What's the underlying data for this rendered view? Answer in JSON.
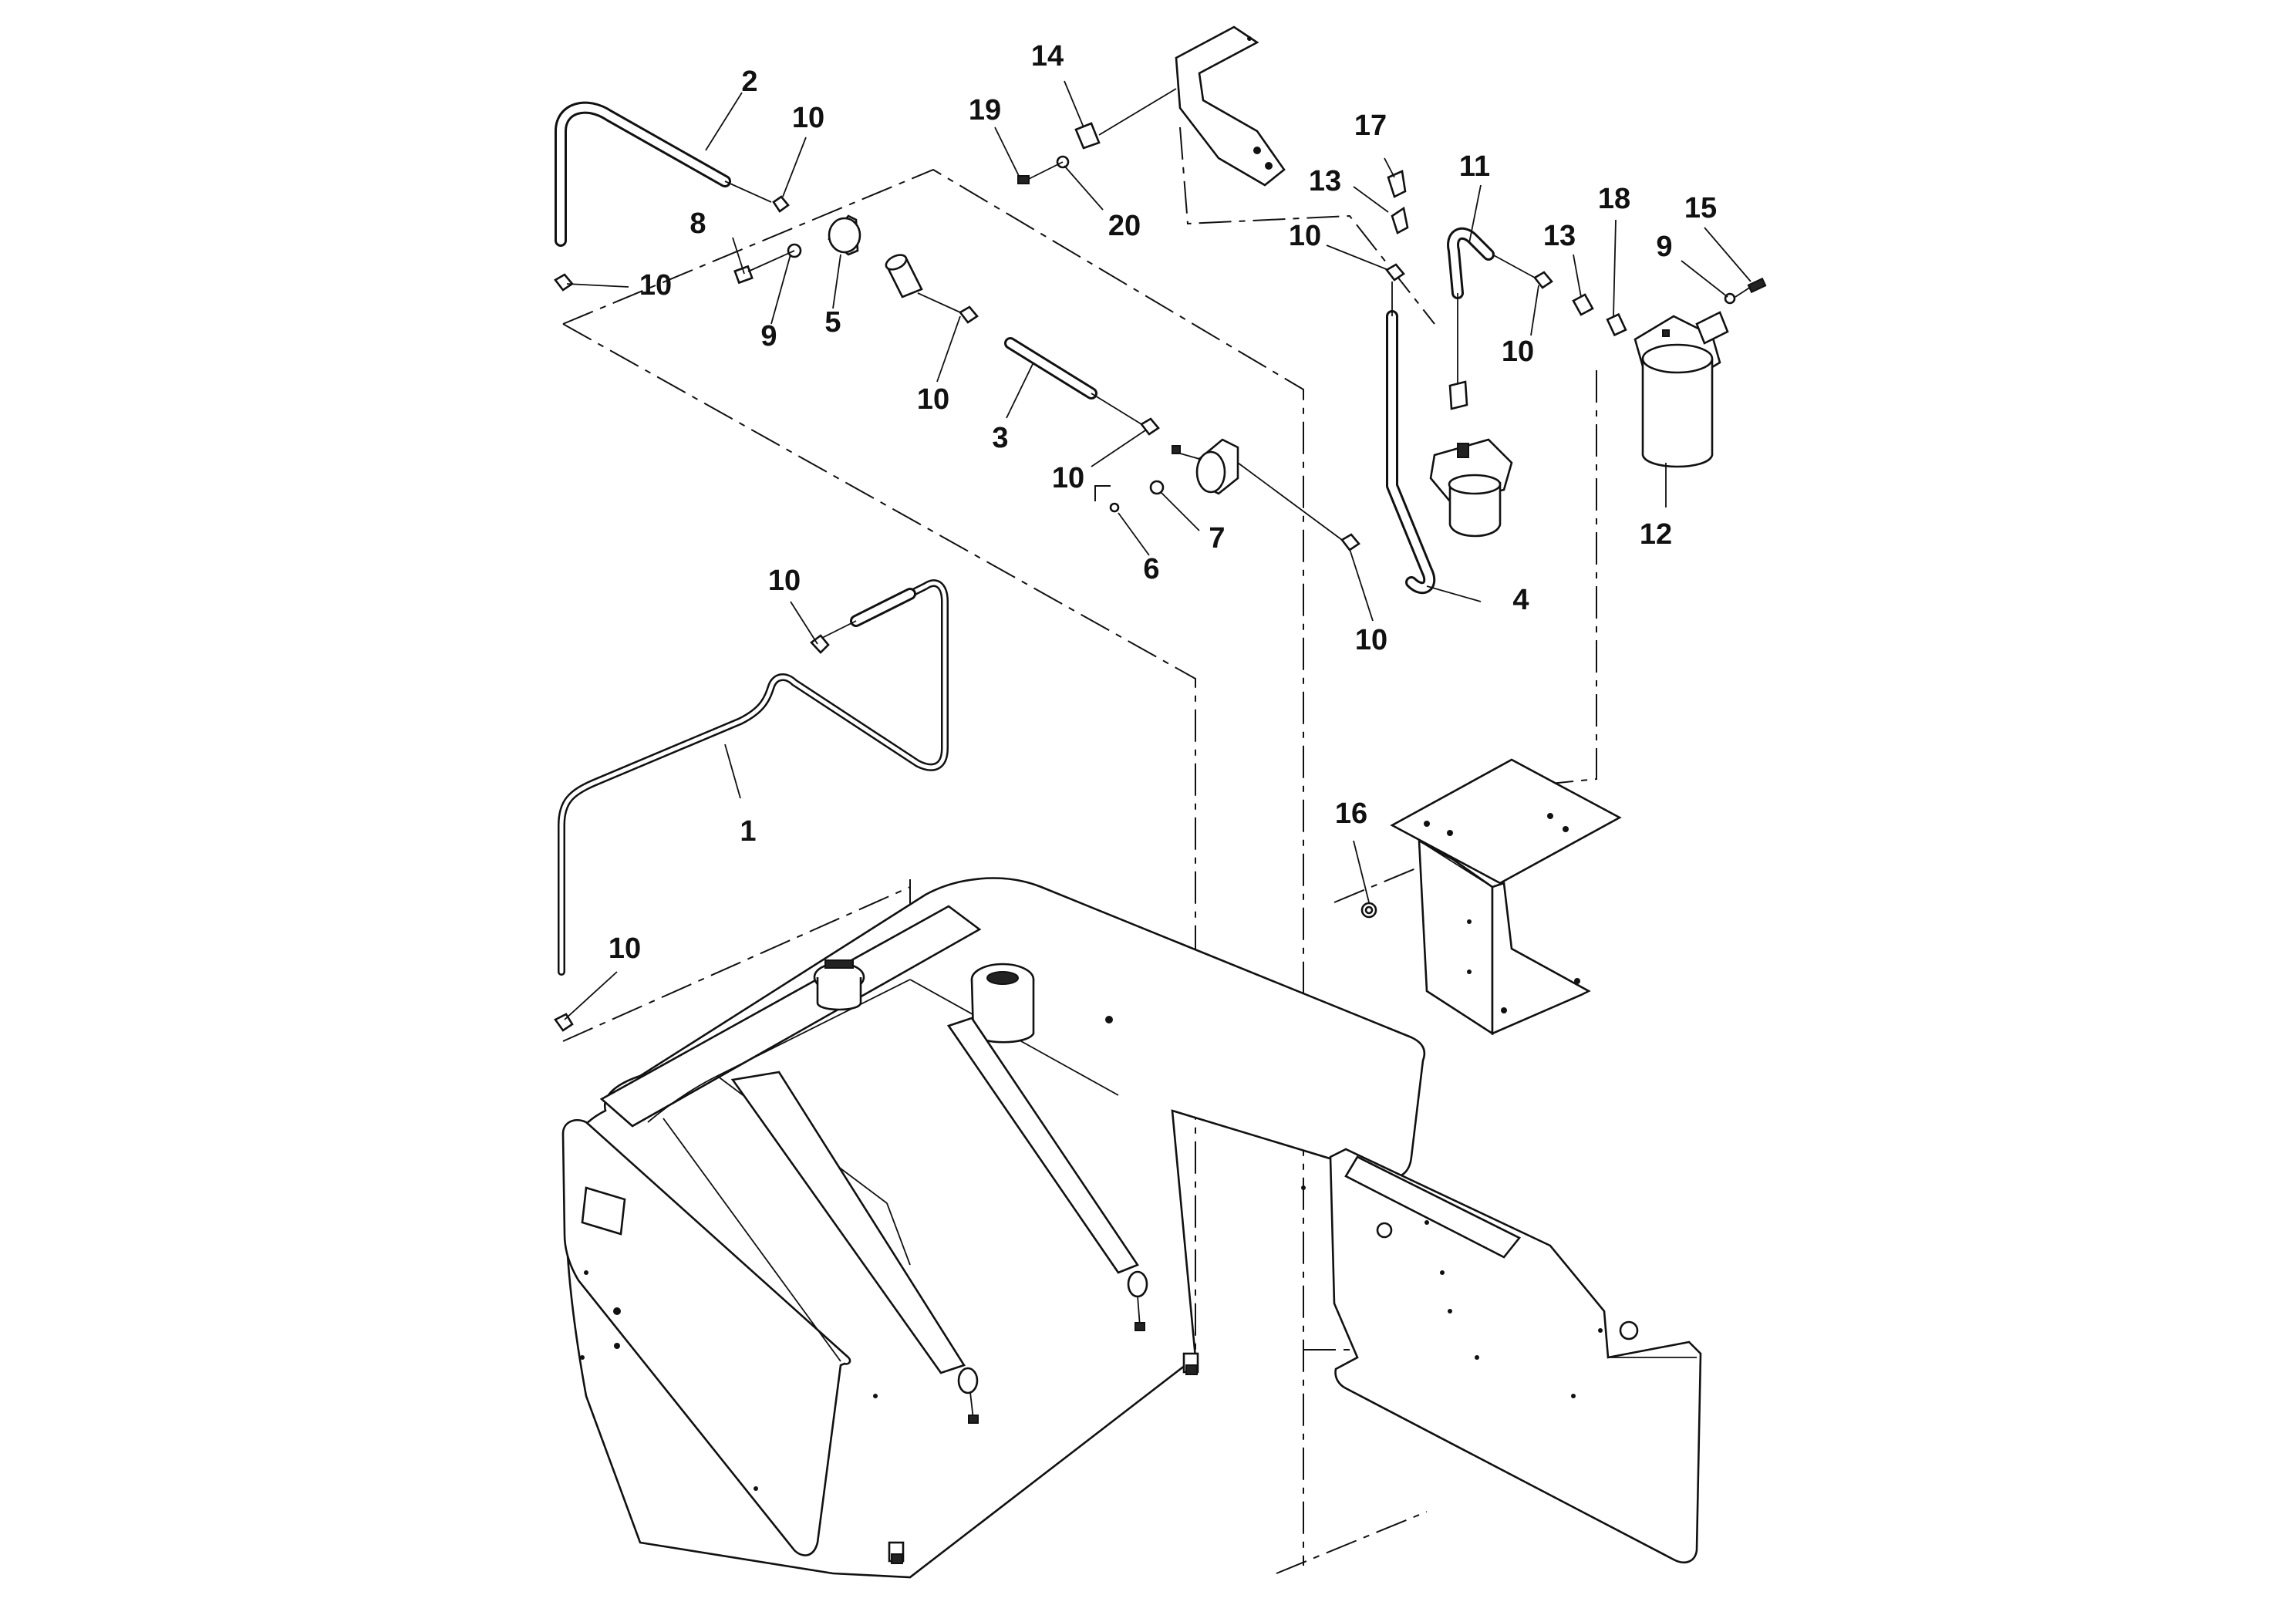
{
  "diagram": {
    "title": "",
    "callouts": [
      {
        "id": "c2",
        "text": "2"
      },
      {
        "id": "c10a",
        "text": "10"
      },
      {
        "id": "c8",
        "text": "8"
      },
      {
        "id": "c10b",
        "text": "10"
      },
      {
        "id": "c9a",
        "text": "9"
      },
      {
        "id": "c5",
        "text": "5"
      },
      {
        "id": "c10c",
        "text": "10"
      },
      {
        "id": "c3",
        "text": "3"
      },
      {
        "id": "c10d",
        "text": "10"
      },
      {
        "id": "c7",
        "text": "7"
      },
      {
        "id": "c6",
        "text": "6"
      },
      {
        "id": "c14",
        "text": "14"
      },
      {
        "id": "c19",
        "text": "19"
      },
      {
        "id": "c20",
        "text": "20"
      },
      {
        "id": "c17",
        "text": "17"
      },
      {
        "id": "c13a",
        "text": "13"
      },
      {
        "id": "c10e",
        "text": "10"
      },
      {
        "id": "c11",
        "text": "11"
      },
      {
        "id": "c13b",
        "text": "13"
      },
      {
        "id": "c10f",
        "text": "10"
      },
      {
        "id": "c18",
        "text": "18"
      },
      {
        "id": "c15",
        "text": "15"
      },
      {
        "id": "c9b",
        "text": "9"
      },
      {
        "id": "c12",
        "text": "12"
      },
      {
        "id": "c4",
        "text": "4"
      },
      {
        "id": "c10g",
        "text": "10"
      },
      {
        "id": "c10h",
        "text": "10"
      },
      {
        "id": "c1",
        "text": "1"
      },
      {
        "id": "c10i",
        "text": "10"
      },
      {
        "id": "c16",
        "text": "16"
      }
    ]
  }
}
